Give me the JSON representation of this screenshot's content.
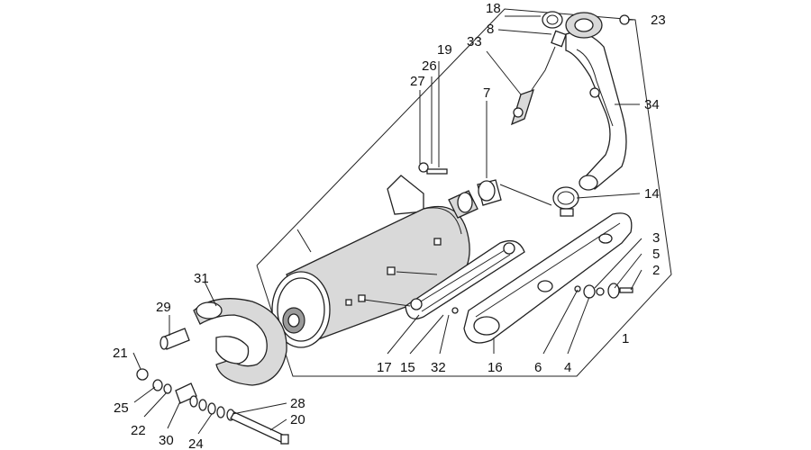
{
  "diagram": {
    "callouts": [
      {
        "id": "c1",
        "text": "1"
      },
      {
        "id": "c2",
        "text": "2"
      },
      {
        "id": "c3",
        "text": "3"
      },
      {
        "id": "c4",
        "text": "4"
      },
      {
        "id": "c5",
        "text": "5"
      },
      {
        "id": "c6",
        "text": "6"
      },
      {
        "id": "c7",
        "text": "7"
      },
      {
        "id": "c8",
        "text": "8"
      },
      {
        "id": "c14",
        "text": "14"
      },
      {
        "id": "c15",
        "text": "15"
      },
      {
        "id": "c16",
        "text": "16"
      },
      {
        "id": "c17",
        "text": "17"
      },
      {
        "id": "c18",
        "text": "18"
      },
      {
        "id": "c19",
        "text": "19"
      },
      {
        "id": "c20",
        "text": "20"
      },
      {
        "id": "c21",
        "text": "21"
      },
      {
        "id": "c22",
        "text": "22"
      },
      {
        "id": "c23",
        "text": "23"
      },
      {
        "id": "c24",
        "text": "24"
      },
      {
        "id": "c25",
        "text": "25"
      },
      {
        "id": "c26",
        "text": "26"
      },
      {
        "id": "c27",
        "text": "27"
      },
      {
        "id": "c28",
        "text": "28"
      },
      {
        "id": "c29",
        "text": "29"
      },
      {
        "id": "c30",
        "text": "30"
      },
      {
        "id": "c31",
        "text": "31"
      },
      {
        "id": "c32",
        "text": "32"
      },
      {
        "id": "c33",
        "text": "33"
      },
      {
        "id": "c34",
        "text": "34"
      }
    ]
  }
}
